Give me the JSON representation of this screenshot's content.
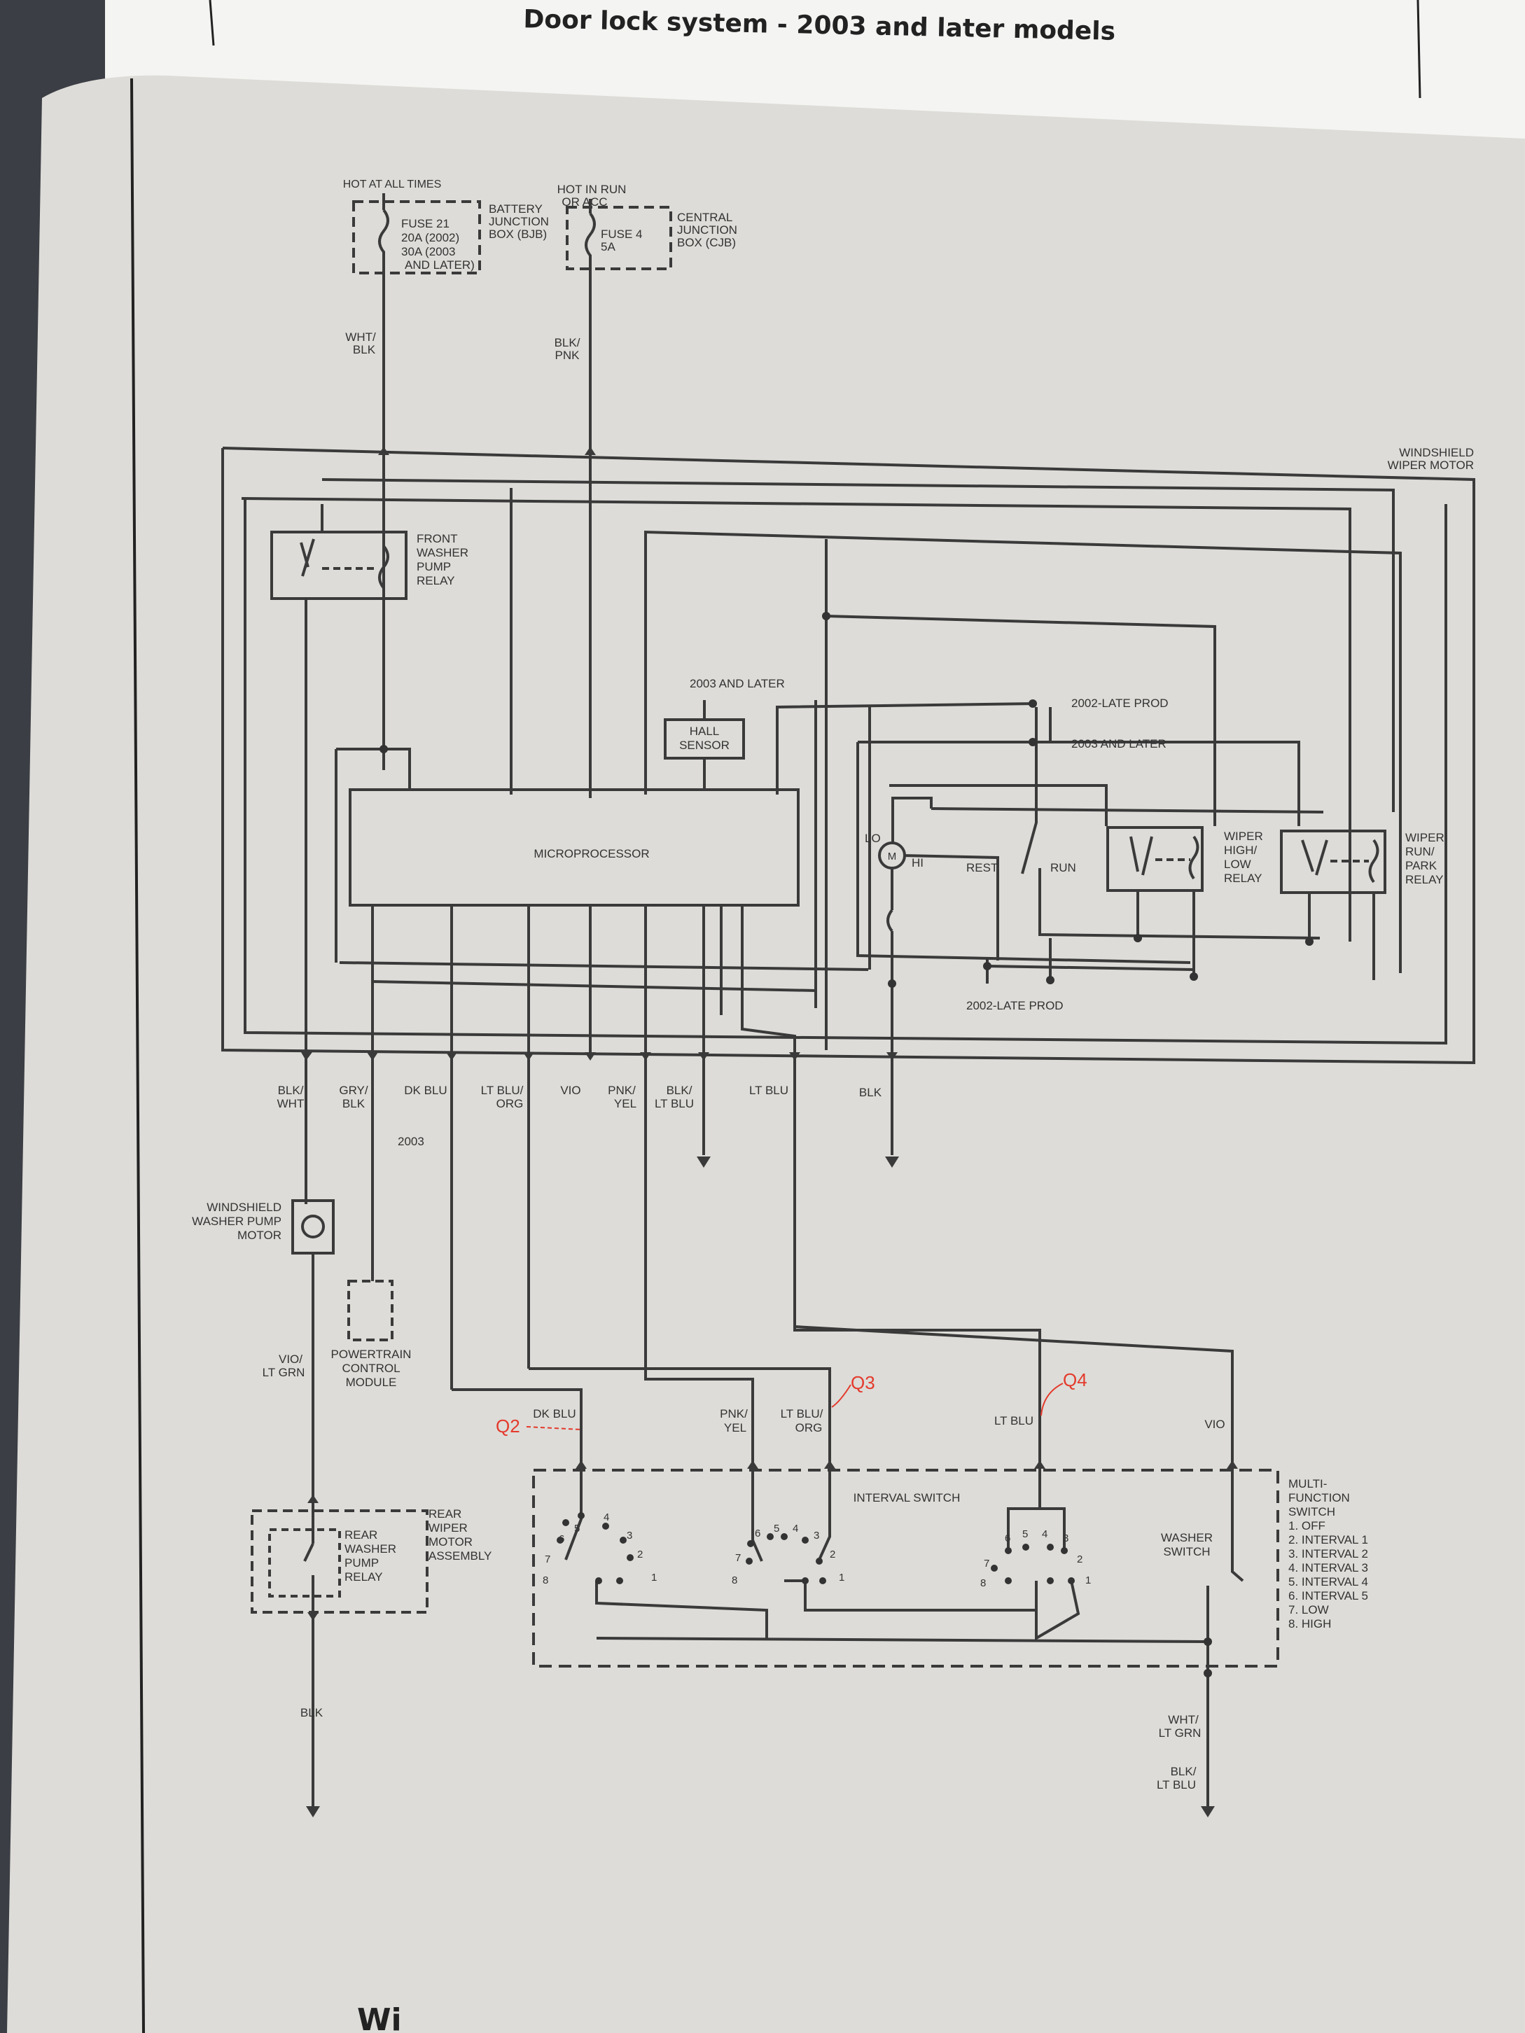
{
  "header": {
    "title": "Door lock system - 2003 and later models"
  },
  "footer": {
    "partial_title": "Wi"
  },
  "fuses": {
    "hot_at_all_times": "HOT AT ALL TIMES",
    "fuse21": [
      "FUSE 21",
      "20A (2002)",
      "30A (2003",
      "AND LATER)"
    ],
    "bjb": [
      "BATTERY",
      "JUNCTION",
      "BOX (BJB)"
    ],
    "hot_in_run": [
      "HOT IN RUN",
      "OR ACC"
    ],
    "fuse4": [
      "FUSE 4",
      "5A"
    ],
    "cjb": [
      "CENTRAL",
      "JUNCTION",
      "BOX (CJB)"
    ]
  },
  "wires_top": {
    "wht_blk": [
      "WHT/",
      "BLK"
    ],
    "blk_pnk": [
      "BLK/",
      "PNK"
    ]
  },
  "components": {
    "windshield_wiper_motor": [
      "WINDSHIELD",
      "WIPER MOTOR"
    ],
    "front_washer_pump_relay": [
      "FRONT",
      "WASHER",
      "PUMP",
      "RELAY"
    ],
    "microprocessor": "MICROPROCESSOR",
    "hall_sensor": [
      "HALL",
      "SENSOR"
    ],
    "hall_note": "2003 AND LATER",
    "prod_2002_late": "2002-LATE PROD",
    "prod_2003_later": "2003 AND LATER",
    "prod_2002_late_bottom": "2002-LATE PROD",
    "motor_lo": "LO",
    "motor_hi": "HI",
    "motor_m": "M",
    "rest": "REST",
    "run": "RUN",
    "wiper_high_low_relay": [
      "WIPER",
      "HIGH/",
      "LOW",
      "RELAY"
    ],
    "wiper_run_park_relay": [
      "WIPER",
      "RUN/",
      "PARK",
      "RELAY"
    ],
    "washer_pump_motor": [
      "WINDSHIELD",
      "WASHER PUMP",
      "MOTOR"
    ],
    "pcm": [
      "POWERTRAIN",
      "CONTROL",
      "MODULE"
    ],
    "note_2003": "2003",
    "rear_wiper_motor_assembly": [
      "REAR",
      "WIPER",
      "MOTOR",
      "ASSEMBLY"
    ],
    "rear_washer_pump_relay": [
      "REAR",
      "WASHER",
      "PUMP",
      "RELAY"
    ],
    "interval_switch": "INTERVAL SWITCH",
    "washer_switch": [
      "WASHER",
      "SWITCH"
    ],
    "multi_function_switch": [
      "MULTI-",
      "FUNCTION",
      "SWITCH",
      "1. OFF",
      "2. INTERVAL 1",
      "3. INTERVAL 2",
      "4. INTERVAL 3",
      "5. INTERVAL 4",
      "6. INTERVAL 5",
      "7. LOW",
      "8. HIGH"
    ]
  },
  "wire_labels_mid": [
    [
      "BLK/",
      "WHT"
    ],
    [
      "GRY/",
      "BLK"
    ],
    [
      "DK BLU"
    ],
    [
      "LT BLU/",
      "ORG"
    ],
    [
      "VIO"
    ],
    [
      "PNK/",
      "YEL"
    ],
    [
      "BLK/",
      "LT BLU"
    ],
    [
      "LT BLU"
    ],
    [
      "BLK"
    ]
  ],
  "wire_labels_switch": {
    "dk_blu": "DK BLU",
    "pnk_yel": [
      "PNK/",
      "YEL"
    ],
    "lt_blu_org": [
      "LT BLU/",
      "ORG"
    ],
    "lt_blu": "LT BLU",
    "vio": "VIO"
  },
  "wire_labels_low": {
    "vio_lt_grn": [
      "VIO/",
      "LT GRN"
    ],
    "blk": "BLK",
    "wht_lt_grn": [
      "WHT/",
      "LT GRN"
    ],
    "blk_lt_blu": [
      "BLK/",
      "LT BLU"
    ]
  },
  "switch_positions": [
    "1",
    "2",
    "3",
    "4",
    "5",
    "6",
    "7",
    "8"
  ],
  "annotations": {
    "q2": "Q2",
    "q3": "Q3",
    "q4": "Q4"
  }
}
